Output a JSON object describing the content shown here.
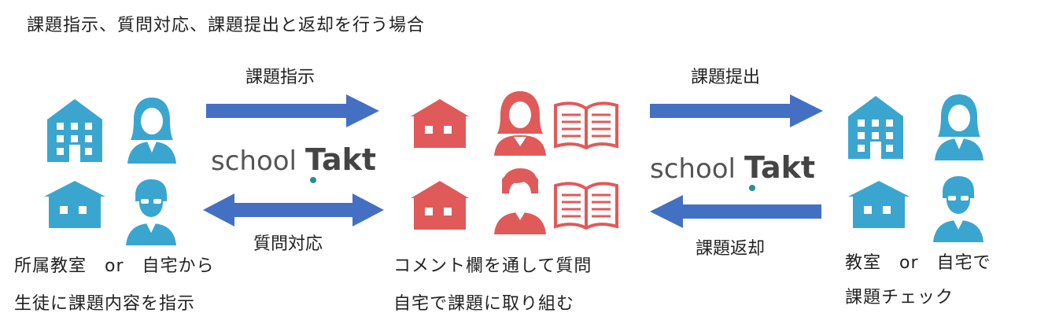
{
  "title": "課題指示、質問対応、課題提出と返却を行う場合",
  "flow": {
    "assign": "課題指示",
    "question": "質問対応",
    "submit": "課題提出",
    "return": "課題返却"
  },
  "logo": {
    "school": "school",
    "takt": "Takt"
  },
  "captions": {
    "left_line1": "所属教室　or　自宅から",
    "left_line2": "生徒に課題内容を指示",
    "center_line1": "コメント欄を通して質問",
    "center_line2": "自宅で課題に取り組む",
    "right_line1": "教室　or　自宅で",
    "right_line2": "課題チェック"
  },
  "colors": {
    "teacher_blue": "#3aa6cf",
    "student_red": "#e05a5a",
    "arrow_blue": "#4470c4",
    "logo_gray": "#555555",
    "logo_teal": "#2a8f8f"
  }
}
